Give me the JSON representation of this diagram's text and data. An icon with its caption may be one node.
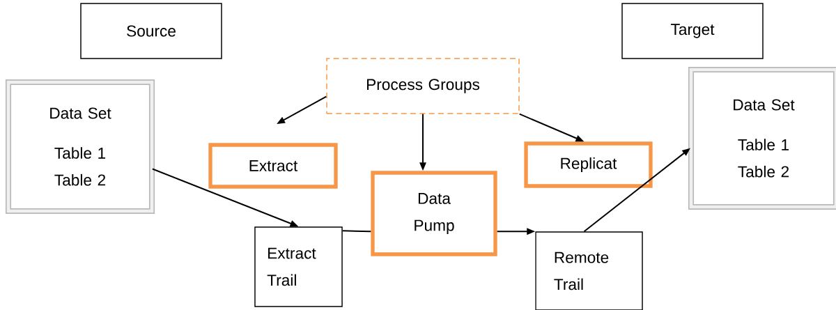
{
  "diagram": {
    "nodes": [
      {
        "text": [
          "Source"
        ]
      },
      {
        "text": [
          "Target"
        ]
      },
      {
        "text": [
          "Data Set",
          "Table 1 Table 2"
        ]
      },
      {
        "text": [
          "Process Groups"
        ]
      },
      {
        "text": [
          "Extract"
        ]
      },
      {
        "text": [
          "Data Pump"
        ]
      },
      {
        "text": [
          "Replicat"
        ]
      },
      {
        "text": [
          "Extract Trail"
        ]
      },
      {
        "text": [
          "Remote Trail"
        ]
      },
      {
        "text": [
          "Data Set",
          "Table 1 Table 2"
        ]
      }
    ],
    "edges": [
      {
        "from": 3,
        "to": null,
        "arrow": "to"
      },
      {
        "from": 3,
        "to": 5,
        "arrow": "to"
      },
      {
        "from": 3,
        "to": 6,
        "arrow": "to"
      },
      {
        "from": 2,
        "to": 7,
        "arrow": "to"
      },
      {
        "from": 7,
        "to": 5,
        "arrow": "none"
      },
      {
        "from": 5,
        "to": 8,
        "arrow": "to"
      },
      {
        "from": 8,
        "to": 9,
        "arrow": "to"
      }
    ]
  }
}
